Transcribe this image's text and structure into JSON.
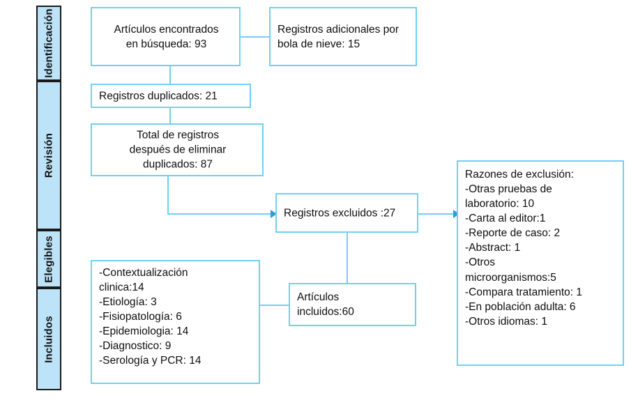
{
  "diagram": {
    "type": "prisma-flow-diagram",
    "title": "",
    "border_color": "#6FD0F5",
    "stage_fill_color": "#BDE3F8",
    "stage_border_color": "#1a1a1a",
    "arrow_color": "#2E9BD6",
    "background_color": "#ffffff"
  },
  "stages": [
    {
      "id": "identificacion",
      "label": "Identificación"
    },
    {
      "id": "revision",
      "label": "Revisión"
    },
    {
      "id": "elegibles",
      "label": "Elegibles"
    },
    {
      "id": "incluidos",
      "label": "Incluidos"
    }
  ],
  "boxes": {
    "articulos_encontrados": {
      "line1": "Artículos encontrados",
      "line2": "en búsqueda: 93",
      "count": 93
    },
    "registros_adicionales": {
      "line1": "Registros adicionales por",
      "line2": "bola de nieve: 15",
      "count": 15
    },
    "registros_duplicados": {
      "line1": "Registros duplicados: 21",
      "count": 21
    },
    "total_registros": {
      "line1": "Total de registros",
      "line2": "después de eliminar",
      "line3": "duplicados: 87",
      "count": 87
    },
    "registros_excluidos": {
      "line1": "Registros excluidos :27",
      "count": 27
    },
    "razones_exclusion": {
      "heading": "Razones de exclusión:",
      "items": [
        "-Otras pruebas de",
        "laboratorio: 10",
        "-Carta al editor:1",
        "-Reporte de caso: 2",
        "-Abstract: 1",
        "-Otros",
        "microorganismos:5",
        "-Compara tratamiento: 1",
        "-En población adulta: 6",
        "-Otros idiomas: 1"
      ]
    },
    "articulos_incluidos": {
      "line1": "Artículos",
      "line2": "incluidos:60",
      "count": 60
    },
    "categorias_incluidas": {
      "items": [
        "-Contextualización",
        "clinica:14",
        "-Etiología: 3",
        "-Fisiopatología: 6",
        "-Epidemiologia: 14",
        "-Diagnostico: 9",
        "-Serología y PCR: 14"
      ]
    }
  }
}
